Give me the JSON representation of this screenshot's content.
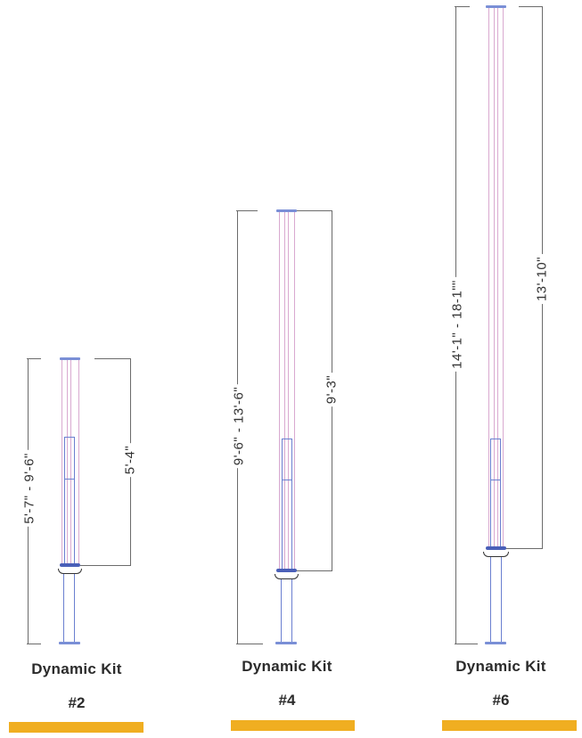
{
  "accent_color": "#f0ae21",
  "kits": [
    {
      "title": "Dynamic Kit",
      "number": "#2",
      "overall_range": "5'-7\" - 9'-6\"",
      "upper_length": "5'-4\""
    },
    {
      "title": "Dynamic Kit",
      "number": "#4",
      "overall_range": "9'-6\" - 13'-6\"",
      "upper_length": "9'-3\""
    },
    {
      "title": "Dynamic Kit",
      "number": "#6",
      "overall_range": "14'-1\" - 18-1\"\"",
      "upper_length": "13'-10\""
    }
  ]
}
